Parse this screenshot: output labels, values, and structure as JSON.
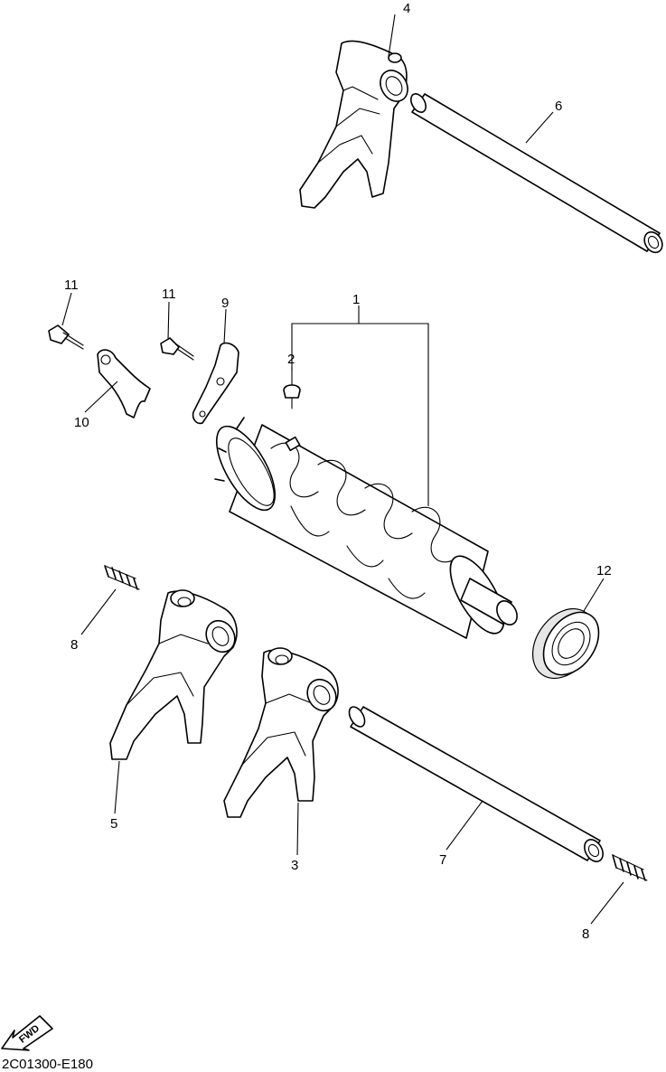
{
  "diagram_code": "2C01300-E180",
  "fwd_label": "FWD",
  "callouts": {
    "c1": "1",
    "c2": "2",
    "c3": "3",
    "c4": "4",
    "c5": "5",
    "c6": "6",
    "c7": "7",
    "c8a": "8",
    "c8b": "8",
    "c9": "9",
    "c10": "10",
    "c11a": "11",
    "c11b": "11",
    "c12": "12"
  }
}
